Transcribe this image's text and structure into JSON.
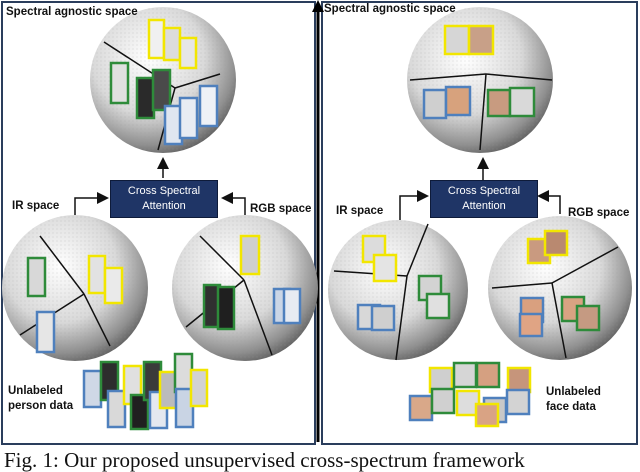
{
  "left_panel": {
    "top_label": "Spectral agnostic space",
    "ir_label": "IR space",
    "rgb_label": "RGB space",
    "attention_line1": "Cross Spectral",
    "attention_line2": "Attention",
    "unlabeled_line1": "Unlabeled",
    "unlabeled_line2": "person data"
  },
  "right_panel": {
    "top_label": "Spectral agnostic space",
    "ir_label": "IR space",
    "rgb_label": "RGB space",
    "attention_line1": "Cross Spectral",
    "attention_line2": "Attention",
    "unlabeled_line1": "Unlabeled",
    "unlabeled_line2": "face data"
  },
  "caption": "Fig. 1: Our proposed unsupervised cross-spectrum framework",
  "colors": {
    "yellow_box": "#f2e600",
    "green_box": "#2e8b3a",
    "blue_box": "#4f80bd",
    "attention_fill": "#1f3566",
    "panel_border": "#2a3d5c"
  }
}
